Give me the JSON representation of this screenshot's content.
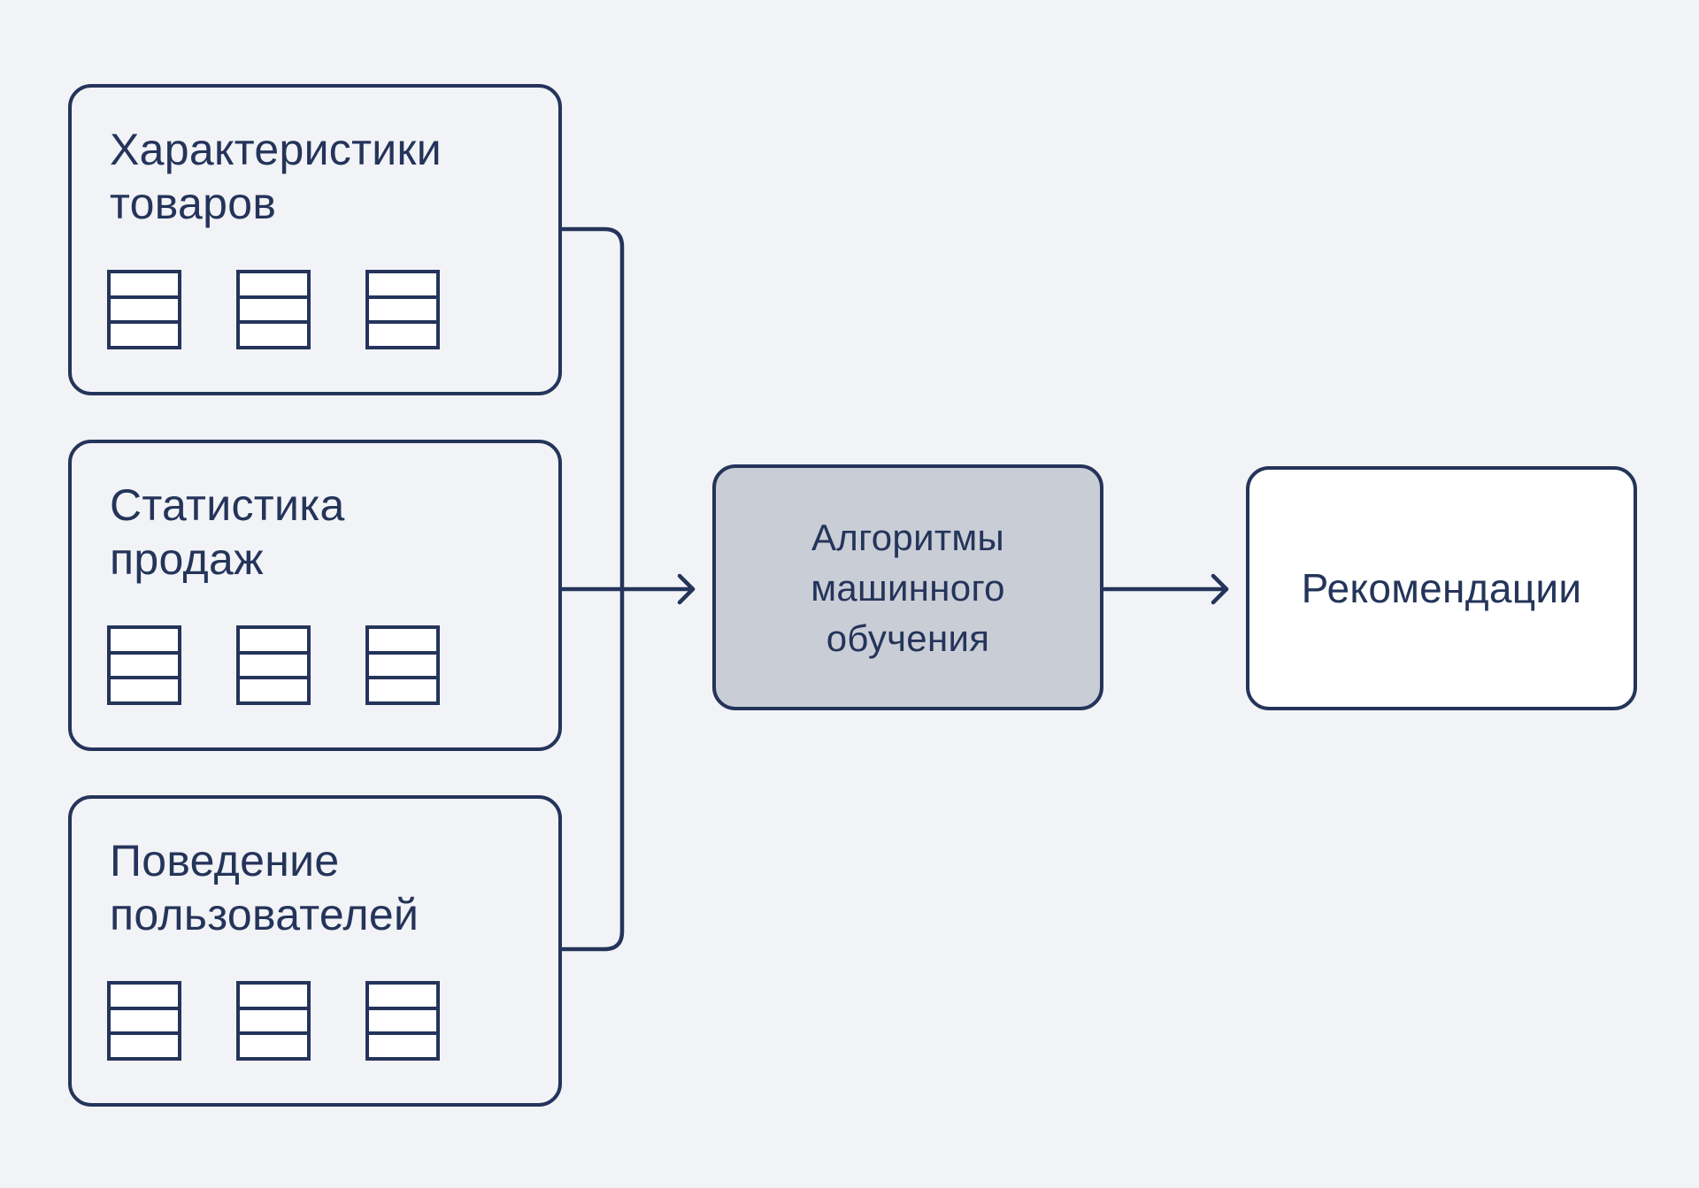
{
  "colors": {
    "background": "#f2f3f6",
    "line_and_text": "#24345a",
    "process_box_fill": "#c9cdd6",
    "output_box_fill": "#ffffff",
    "table_icon_fill": "#ffffff"
  },
  "diagram": {
    "inputs": [
      {
        "label": "Характеристики\nтоваров"
      },
      {
        "label": "Статистика\nпродаж"
      },
      {
        "label": "Поведение\nпользователей"
      }
    ],
    "process": {
      "label": "Алгоритмы\nмашинного\nобучения"
    },
    "output": {
      "label": "Рекомендации"
    }
  }
}
